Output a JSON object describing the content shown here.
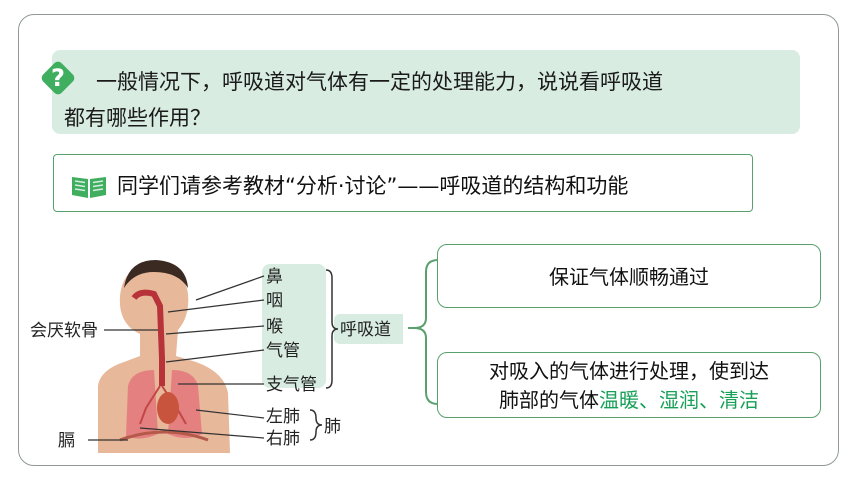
{
  "question": {
    "line1": "一般情况下，呼吸道对气体有一定的处理能力，说说看呼吸道",
    "line2": "都有哪些作用？",
    "icon": "question-mark-icon",
    "color": "#3fae5f"
  },
  "hint": {
    "text": "同学们请参考教材“分析·讨论”——呼吸道的结构和功能",
    "icon": "open-book-icon"
  },
  "diagram": {
    "airway_parts": [
      "鼻",
      "咽",
      "喉",
      "气管",
      "支气管"
    ],
    "airway_group": "呼吸道",
    "epiglottis": "会厌软骨",
    "diaphragm": "膈",
    "lungs": [
      "左肺",
      "右肺"
    ],
    "lung_group": "肺"
  },
  "functions": {
    "item1": "保证气体顺畅通过",
    "item2_line1": "对吸入的气体进行处理，使到达",
    "item2_prefix": "肺部的气体",
    "item2_highlight": "温暖、湿润、清洁"
  },
  "colors": {
    "accent": "#5aa06e",
    "question_bg": "#d8ece1",
    "highlight": "#18a058"
  }
}
